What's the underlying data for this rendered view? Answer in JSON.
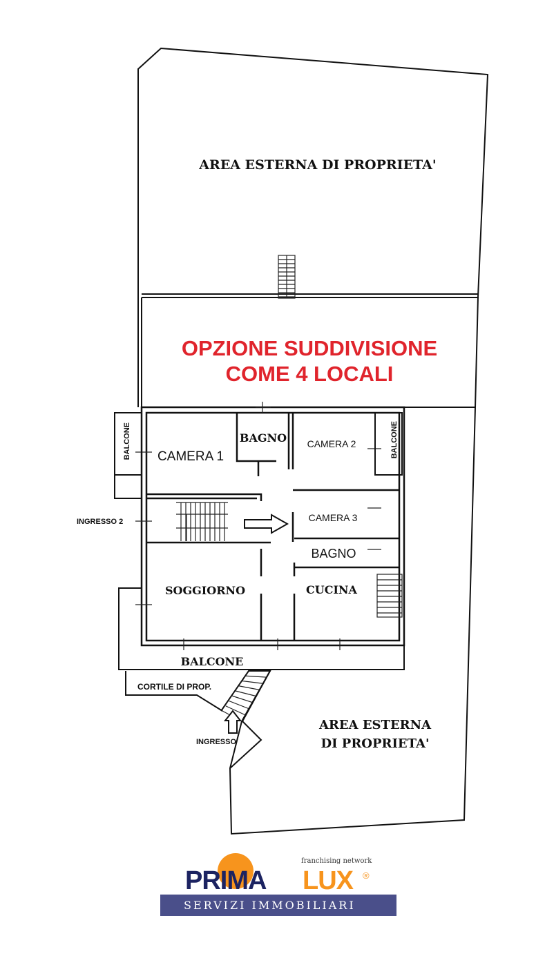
{
  "plan": {
    "top_area_label": "AREA ESTERNA DI PROPRIETA'",
    "option_line1": "OPZIONE SUDDIVISIONE",
    "option_line2": "COME 4 LOCALI",
    "option_color": "#e0242c",
    "rooms": {
      "camera1": "CAMERA 1",
      "bagno1": "BAGNO",
      "camera2": "CAMERA 2",
      "camera3": "CAMERA 3",
      "bagno2": "BAGNO",
      "soggiorno": "SOGGIORNO",
      "cucina": "CUCINA",
      "balcone_left": "BALCONE",
      "balcone_right": "BALCONE",
      "balcone_bottom": "BALCONE"
    },
    "ingresso2": "INGRESSO 2",
    "cortile": "CORTILE DI PROP.",
    "ingresso": "INGRESSO",
    "bottom_area_line1": "AREA ESTERNA",
    "bottom_area_line2": "DI PROPRIETA'"
  },
  "logo": {
    "brand_part1": "PRIMA",
    "brand_part2": "LUX",
    "tagline": "franchising network",
    "subtitle": "SERVIZI IMMOBILIARI",
    "registered": "®",
    "navy": "#1c2361",
    "orange": "#f7941d",
    "bar": "#4a4f8a"
  }
}
